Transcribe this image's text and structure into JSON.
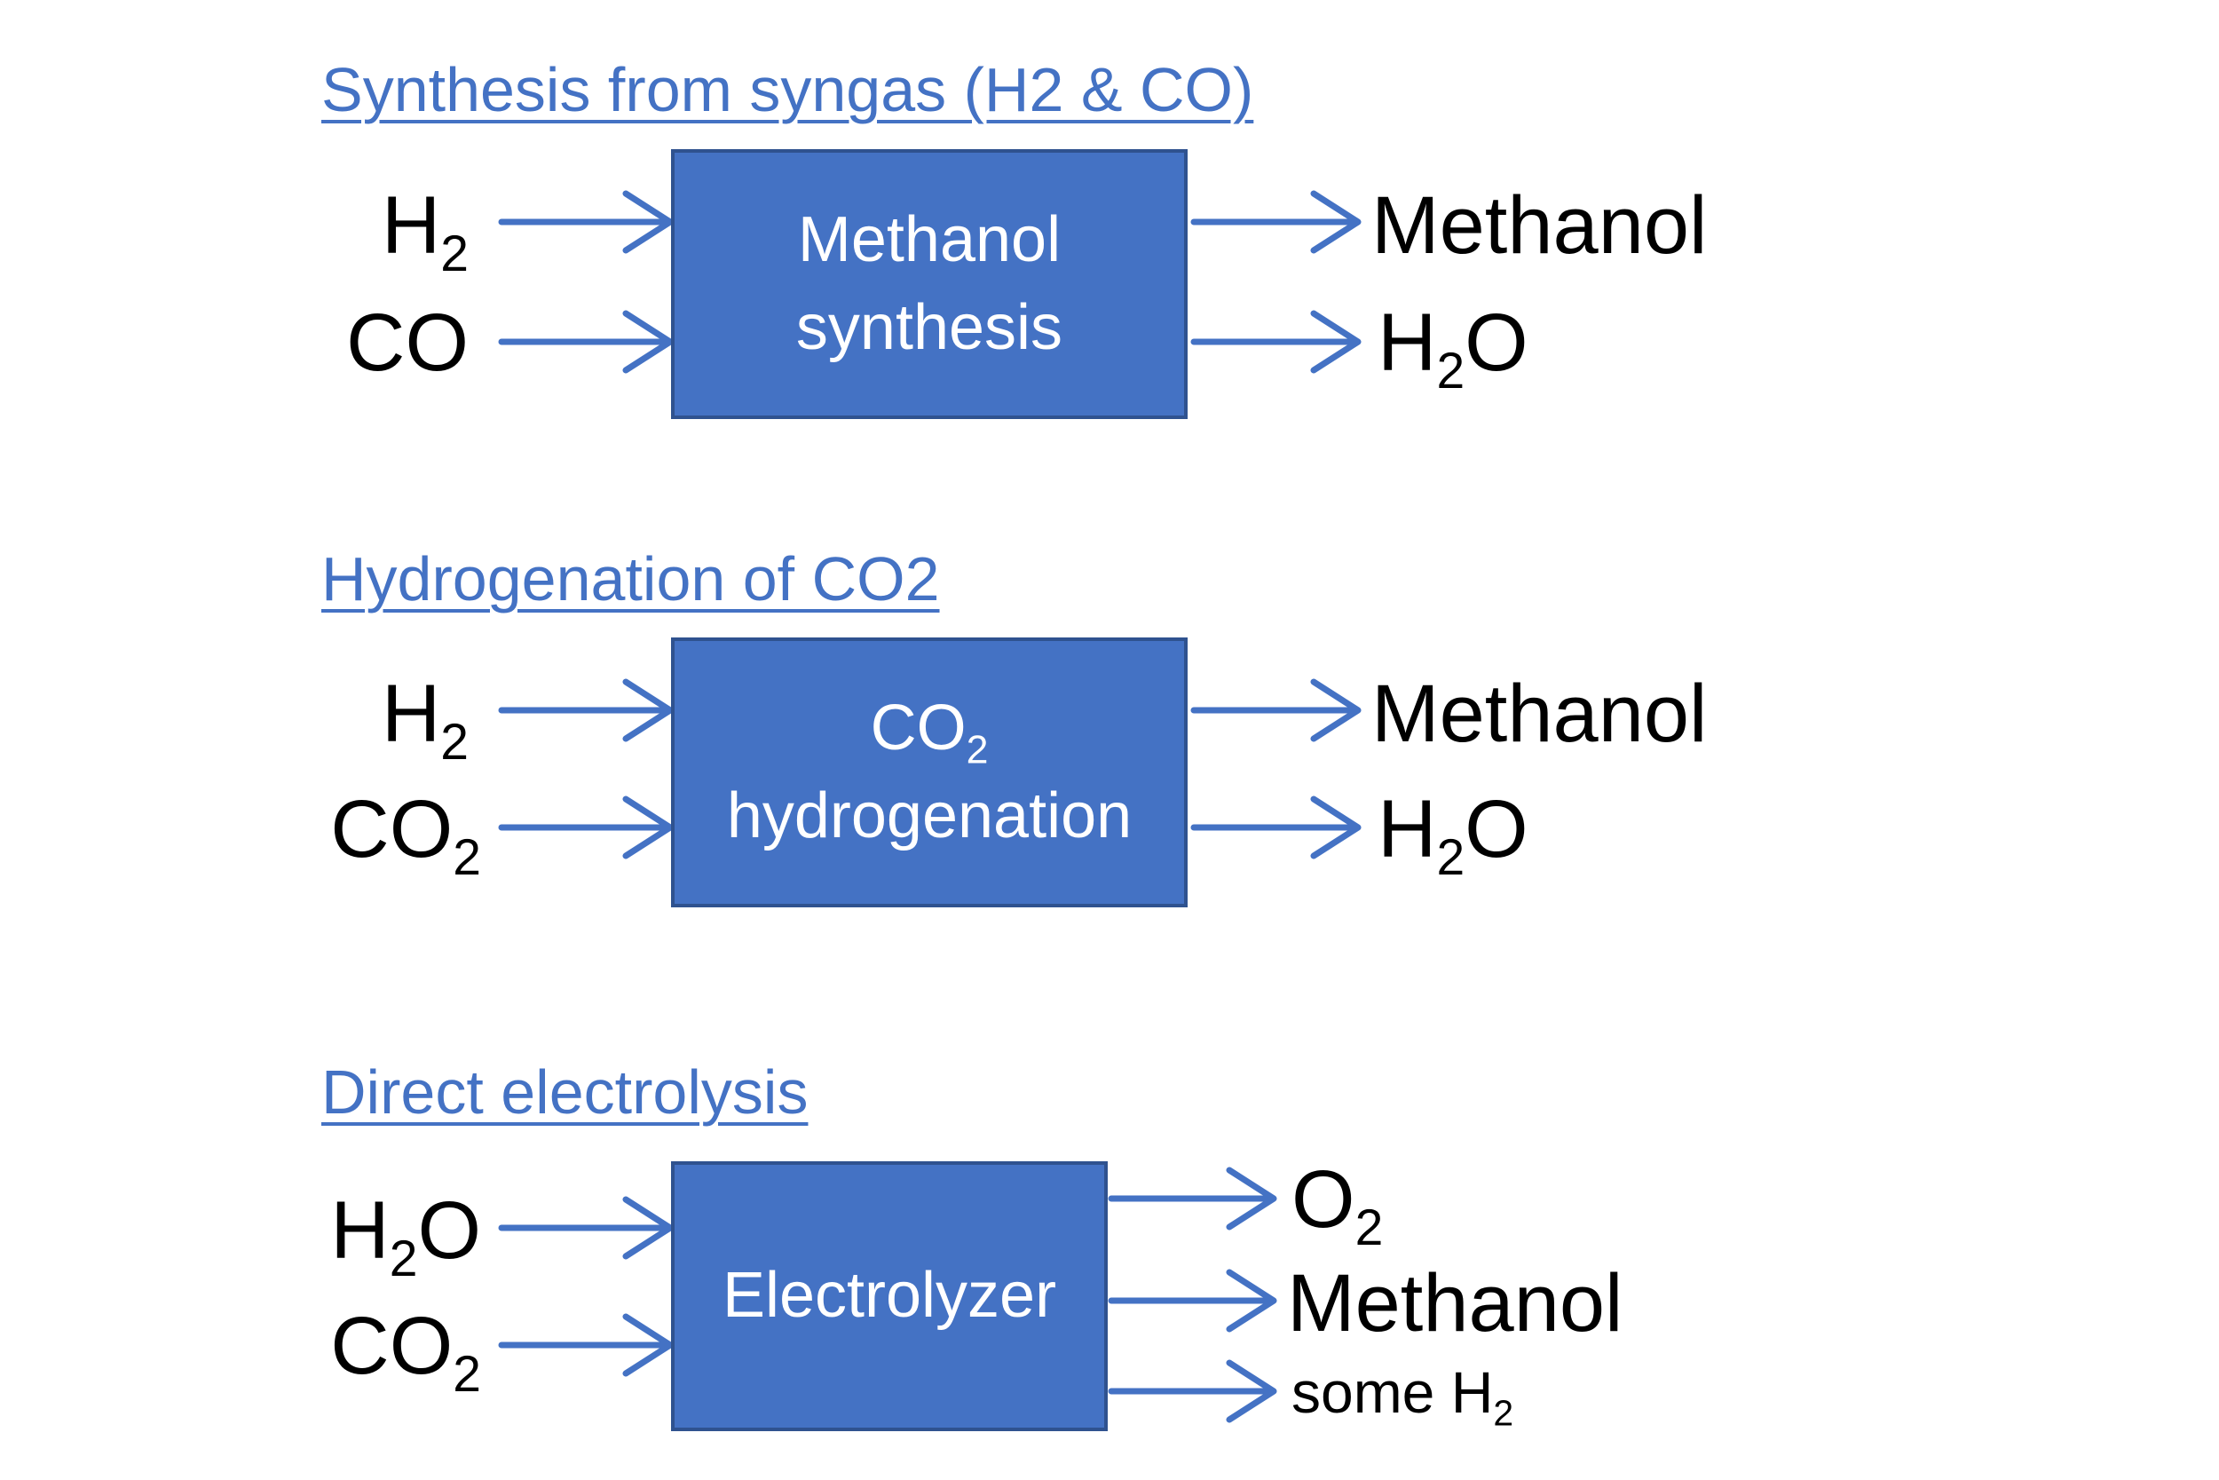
{
  "sections": [
    {
      "title": "Synthesis from syngas (H2 & CO)",
      "box": {
        "line1": "Methanol",
        "line2": "synthesis"
      },
      "inputs": [
        {
          "base": "H",
          "sub": "2",
          "tail": ""
        },
        {
          "base": "CO",
          "sub": "",
          "tail": ""
        }
      ],
      "outputs": [
        {
          "base": "Methanol",
          "sub": "",
          "tail": ""
        },
        {
          "base": "H",
          "sub": "2",
          "tail": "O"
        }
      ]
    },
    {
      "title": "Hydrogenation of CO2",
      "box": {
        "line1": "CO",
        "line1_sub": "2",
        "line2": "hydrogenation"
      },
      "inputs": [
        {
          "base": "H",
          "sub": "2",
          "tail": ""
        },
        {
          "base": "CO",
          "sub": "2",
          "tail": ""
        }
      ],
      "outputs": [
        {
          "base": "Methanol",
          "sub": "",
          "tail": ""
        },
        {
          "base": "H",
          "sub": "2",
          "tail": "O"
        }
      ]
    },
    {
      "title": "Direct electrolysis",
      "box": {
        "line1": "Electrolyzer"
      },
      "inputs": [
        {
          "base": "H",
          "sub": "2",
          "tail": "O"
        },
        {
          "base": "CO",
          "sub": "2",
          "tail": ""
        }
      ],
      "outputs": [
        {
          "base": "O",
          "sub": "2",
          "tail": ""
        },
        {
          "base": "Methanol",
          "sub": "",
          "tail": ""
        },
        {
          "base": "some H",
          "sub": "2",
          "tail": ""
        }
      ]
    }
  ],
  "colors": {
    "accent": "#4472c4",
    "box_border": "#2f528f",
    "text": "#000000",
    "box_text": "#ffffff"
  }
}
